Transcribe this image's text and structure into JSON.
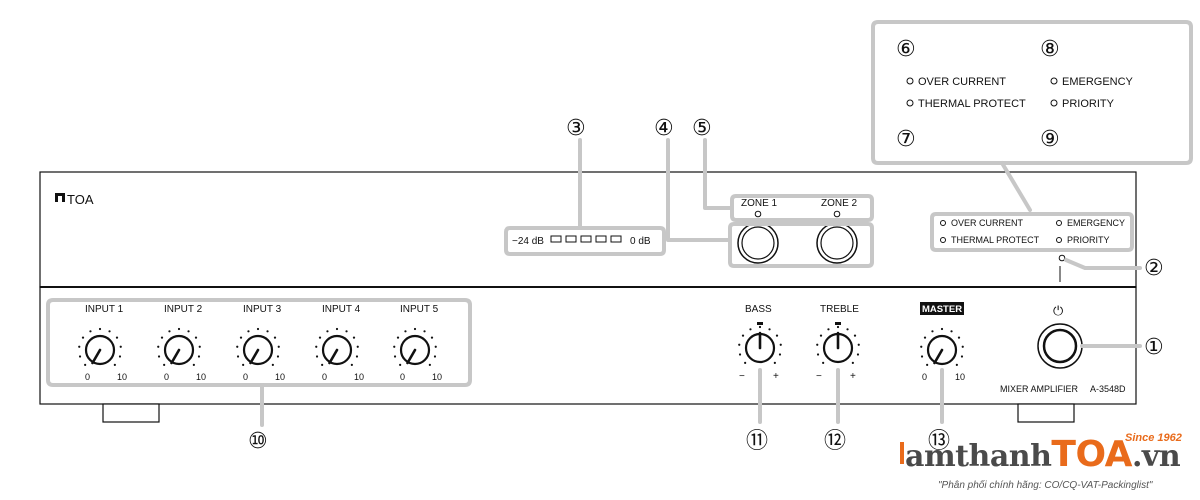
{
  "device": {
    "brand": "TOA",
    "model_label": "MIXER AMPLIFIER",
    "model_number": "A-3548D"
  },
  "meter": {
    "low_label": "−24 dB",
    "high_label": "0 dB",
    "segments": 5
  },
  "zones": [
    {
      "label": "ZONE 1"
    },
    {
      "label": "ZONE 2"
    }
  ],
  "indicators": {
    "over_current": "OVER CURRENT",
    "thermal_protect": "THERMAL PROTECT",
    "emergency": "EMERGENCY",
    "priority": "PRIORITY"
  },
  "inputs": [
    {
      "label": "INPUT 1",
      "min": "0",
      "max": "10"
    },
    {
      "label": "INPUT 2",
      "min": "0",
      "max": "10"
    },
    {
      "label": "INPUT 3",
      "min": "0",
      "max": "10"
    },
    {
      "label": "INPUT 4",
      "min": "0",
      "max": "10"
    },
    {
      "label": "INPUT 5",
      "min": "0",
      "max": "10"
    }
  ],
  "tone": {
    "bass": {
      "label": "BASS",
      "min": "−",
      "max": "+"
    },
    "treble": {
      "label": "TREBLE",
      "min": "−",
      "max": "+"
    }
  },
  "master": {
    "label": "MASTER",
    "min": "0",
    "max": "10"
  },
  "power_symbol": "⏻",
  "callouts": {
    "c1": "①",
    "c2": "②",
    "c3": "③",
    "c4": "④",
    "c5": "⑤",
    "c6": "⑥",
    "c7": "⑦",
    "c8": "⑧",
    "c9": "⑨",
    "c10": "⑩",
    "c11": "⑪",
    "c12": "⑫",
    "c13": "⑬"
  },
  "watermark": {
    "part1": "amthanh",
    "part2": "TOA",
    "part3": ".vn",
    "since": "Since 1962",
    "tagline": "\"Phân phối chính hãng: CO/CQ-VAT-Packinglist\""
  },
  "colors": {
    "accent": "#e96b1b",
    "callout_border": "#c7c7c7",
    "ink": "#111111"
  }
}
